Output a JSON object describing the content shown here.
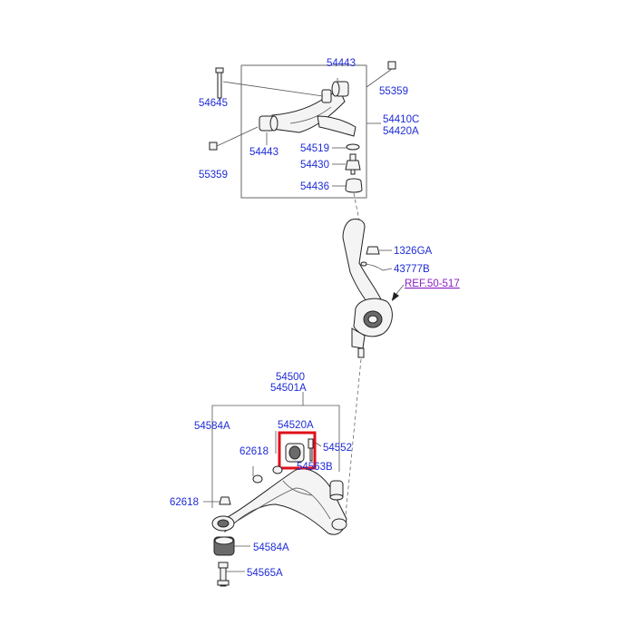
{
  "labels": {
    "p54443_top": "54443",
    "p54645": "54645",
    "p55359_right": "55359",
    "p54410c": "54410C",
    "p54420a": "54420A",
    "p54443_left": "54443",
    "p54519": "54519",
    "p54430": "54430",
    "p55359_left": "55359",
    "p54436": "54436",
    "p1326ga": "1326GA",
    "p43777b": "43777B",
    "ref": "REF.50-517",
    "p54500": "54500",
    "p54501a": "54501A",
    "p54584a_top": "54584A",
    "p54520a": "54520A",
    "p62618_upper": "62618",
    "p54552": "54552",
    "p54563b": "54563B",
    "p62618_lower": "62618",
    "p54584a_bottom": "54584A",
    "p54565a": "54565A"
  },
  "colors": {
    "label": "#1e2bd6",
    "reference": "#8a1fc0",
    "highlight": "#e0101a"
  }
}
